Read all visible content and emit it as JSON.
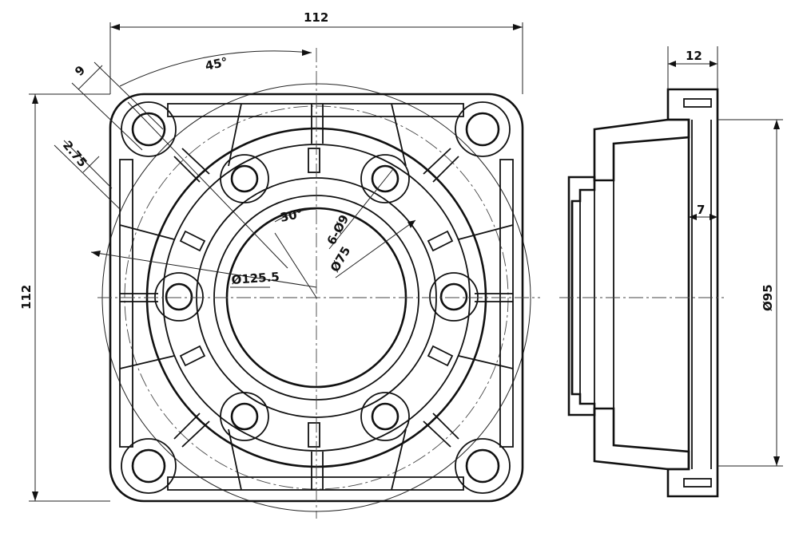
{
  "dimensions": {
    "overall_width": "112",
    "overall_height": "112",
    "bolt_hole_size": "9",
    "bolt_hole_offset": "2.75",
    "pitch_angle": "45°",
    "slot_angle": "30°",
    "bolt_circle_dia": "Ø125.5",
    "hole_pattern": "6-Ø9",
    "pilot_circle_dia": "Ø75",
    "flange_thickness": "12",
    "spigot_depth": "7",
    "register_dia": "Ø95"
  },
  "colors": {
    "line": "#111111",
    "background": "#ffffff"
  }
}
